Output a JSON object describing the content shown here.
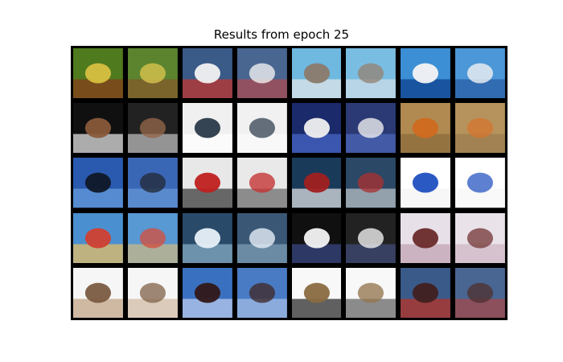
{
  "figure": {
    "title": "Results from epoch 25"
  },
  "pairs": [
    {
      "id": "yellow-bird",
      "bg": "#4f7a1e",
      "fg": "#d7c040",
      "accent": "#8a3a1a"
    },
    {
      "id": "ship-white",
      "bg": "#3a5a88",
      "fg": "#f2f2f2",
      "accent": "#c83228"
    },
    {
      "id": "ostrich",
      "bg": "#6fb8e0",
      "fg": "#8a7a6a",
      "accent": "#e8e8e8"
    },
    {
      "id": "speedboat-blue",
      "bg": "#3c8fd4",
      "fg": "#f4f4f4",
      "accent": "#0a3a8a"
    },
    {
      "id": "horse-head",
      "bg": "#101010",
      "fg": "#8a5a3a",
      "accent": "#f0f0f0"
    },
    {
      "id": "white-plane",
      "bg": "#f0f0f0",
      "fg": "#2a3a4a",
      "accent": "#ffffff"
    },
    {
      "id": "boat-navy",
      "bg": "#1a2a6a",
      "fg": "#f0f0f0",
      "accent": "#4a6acc"
    },
    {
      "id": "airplane-desert",
      "bg": "#b08a50",
      "fg": "#d06a20",
      "accent": "#8a6a3a"
    },
    {
      "id": "blue-sky-silhouette",
      "bg": "#2a5ab0",
      "fg": "#101828",
      "accent": "#6aa0e0"
    },
    {
      "id": "fire-truck",
      "bg": "#e8e8e8",
      "fg": "#c02020",
      "accent": "#303030"
    },
    {
      "id": "speedboat-wake",
      "bg": "#1a3a5a",
      "fg": "#a02020",
      "accent": "#e8e8e8"
    },
    {
      "id": "white-horizon",
      "bg": "#ffffff",
      "fg": "#2050c0",
      "accent": "#f4f4f4"
    },
    {
      "id": "harbor-ship",
      "bg": "#4a90d0",
      "fg": "#d04030",
      "accent": "#f0c060"
    },
    {
      "id": "ship-wave",
      "bg": "#2a4a6a",
      "fg": "#e8f0f8",
      "accent": "#8ab0c8"
    },
    {
      "id": "yacht-dark",
      "bg": "#101010",
      "fg": "#f4f4f4",
      "accent": "#3a4a8a"
    },
    {
      "id": "deer-snow",
      "bg": "#e8e0e8",
      "fg": "#6a2a2a",
      "accent": "#c0a0b0"
    },
    {
      "id": "bear-white",
      "bg": "#f6f6f6",
      "fg": "#7a5a40",
      "accent": "#c0a080"
    },
    {
      "id": "tanker-blue",
      "bg": "#3a70c0",
      "fg": "#301818",
      "accent": "#c0d0f0"
    },
    {
      "id": "bird-flying",
      "bg": "#f8f8f8",
      "fg": "#8a6a40",
      "accent": "#202020"
    },
    {
      "id": "cargo-ship",
      "bg": "#3a5a8a",
      "fg": "#402020",
      "accent": "#c03020"
    }
  ]
}
